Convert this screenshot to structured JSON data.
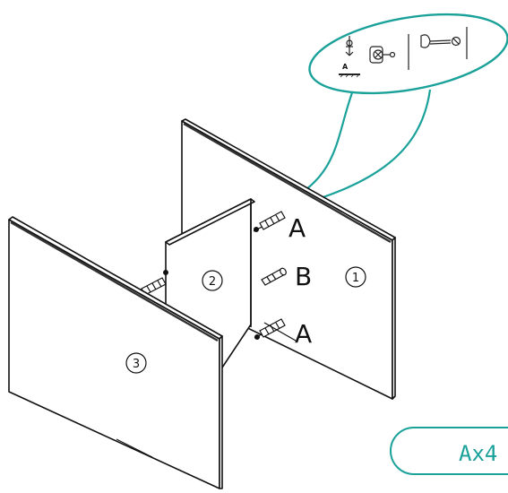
{
  "labels": {
    "fitting_a_top": "A",
    "fitting_b": "B",
    "fitting_a_bottom": "A"
  },
  "panels": {
    "panel_1": "1",
    "panel_2": "2",
    "panel_3": "3"
  },
  "detail": {
    "step_label": "A"
  },
  "quantity": {
    "text": "Ax4"
  },
  "colors": {
    "accent": "#1aa19a",
    "line": "#111111",
    "panel_fill": "#ffffff"
  }
}
